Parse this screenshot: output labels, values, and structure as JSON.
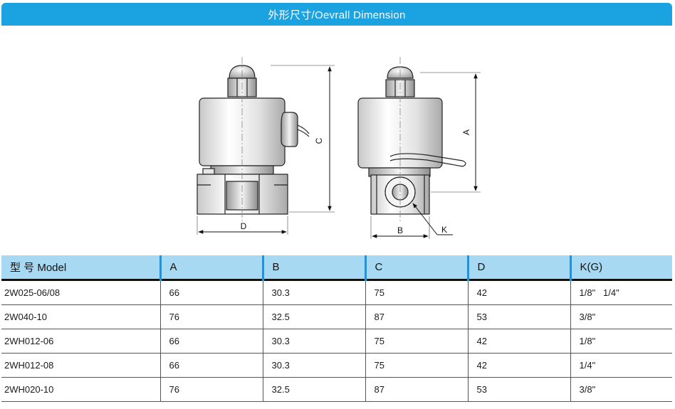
{
  "header": {
    "title": "外形尺寸/Oevrall Dimension"
  },
  "drawing": {
    "labels": {
      "a": "A",
      "b": "B",
      "c": "C",
      "d": "D",
      "k": "K"
    }
  },
  "table": {
    "columns": [
      "型 号 Model",
      "A",
      "B",
      "C",
      "D",
      "K(G)"
    ],
    "rows": [
      [
        "2W025-06/08",
        "66",
        "30.3",
        "75",
        "42",
        "1/8\"   1/4\""
      ],
      [
        "2W040-10",
        "76",
        "32.5",
        "87",
        "53",
        "3/8\""
      ],
      [
        "2WH012-06",
        "66",
        "30.3",
        "75",
        "42",
        "1/8\""
      ],
      [
        "2WH012-08",
        "66",
        "30.3",
        "75",
        "42",
        "1/4\""
      ],
      [
        "2WH020-10",
        "76",
        "32.5",
        "87",
        "53",
        "3/8\""
      ]
    ]
  }
}
